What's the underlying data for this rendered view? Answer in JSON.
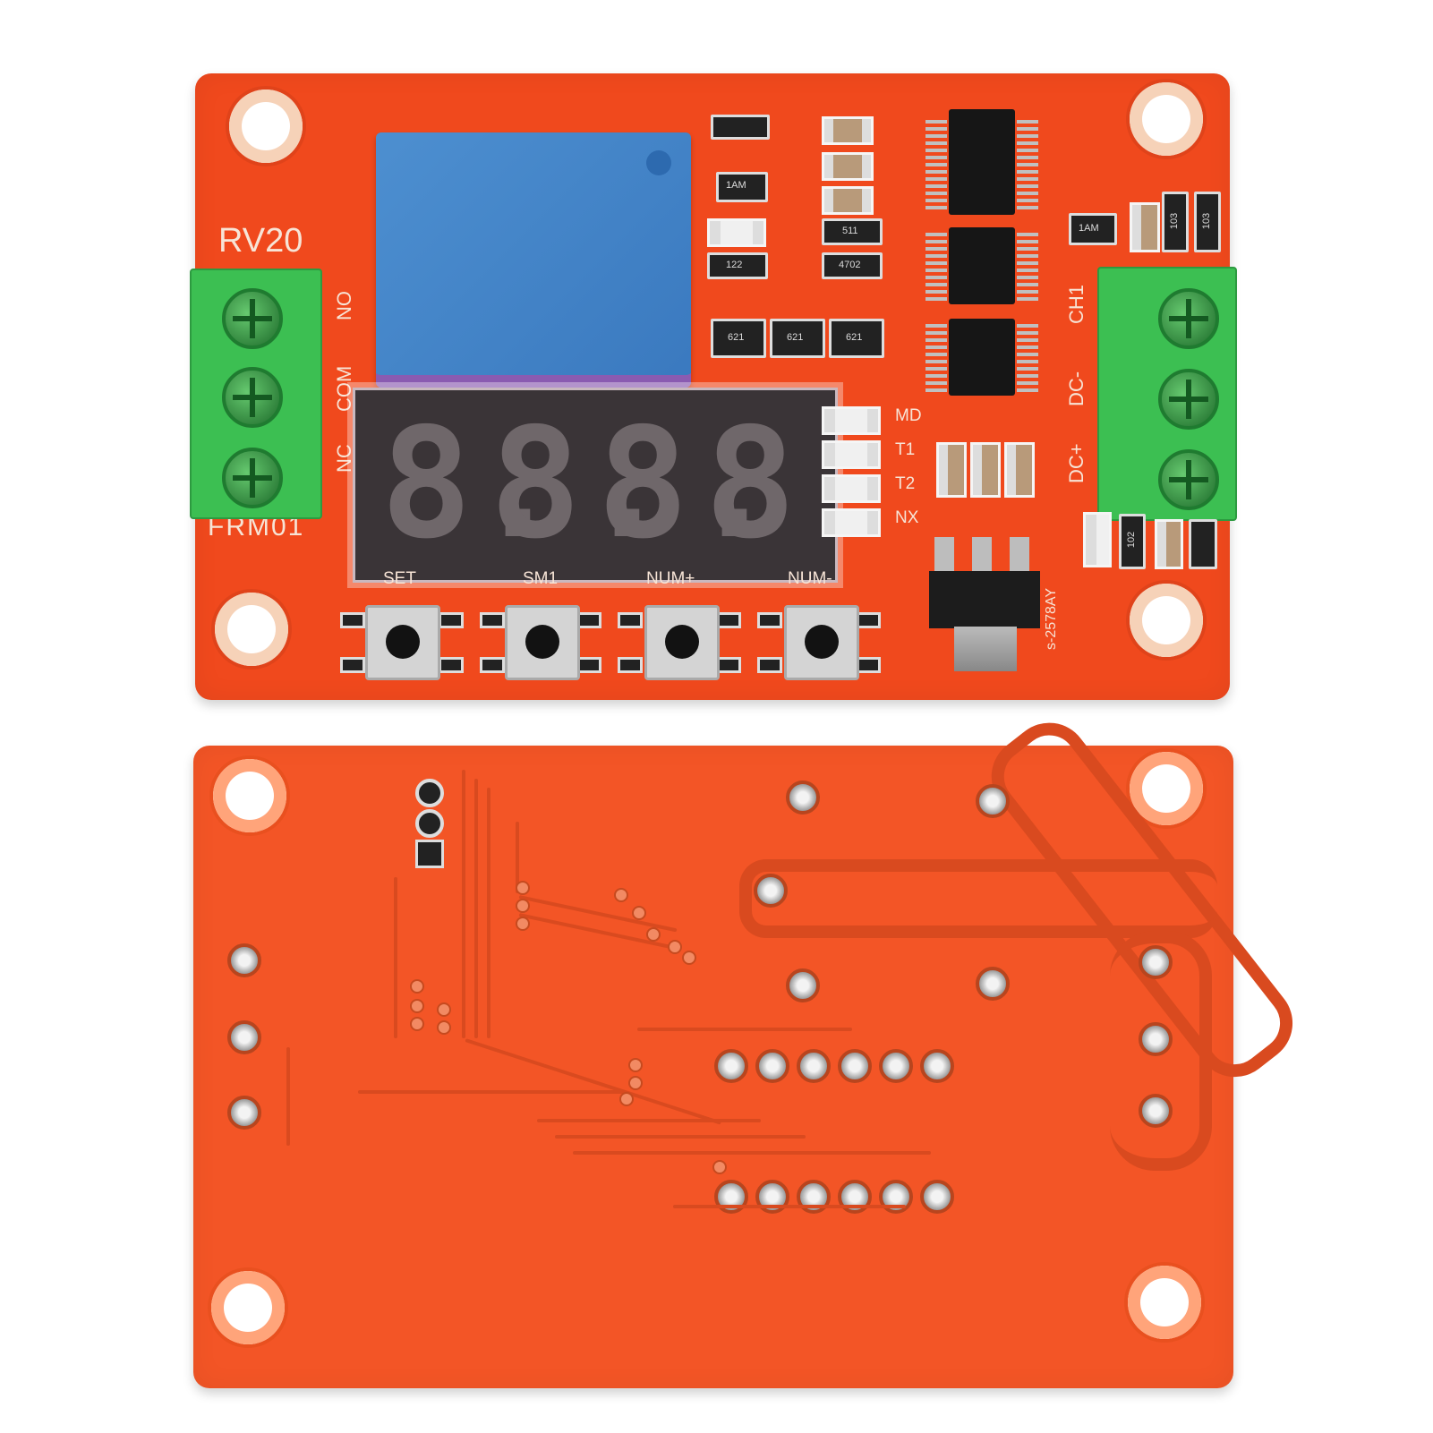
{
  "front": {
    "board_color": "#f0491d",
    "model_label": "RV20",
    "bottom_left_label": "FRM01",
    "relay_terminals": [
      "NO",
      "COM",
      "NC"
    ],
    "input_terminals": [
      "CH1",
      "DC-",
      "DC+"
    ],
    "mode_leds": [
      "MD",
      "T1",
      "T2",
      "NX"
    ],
    "buttons": [
      "SET",
      "SM1",
      "NUM+",
      "NUM-"
    ],
    "display_digits": [
      "8.",
      "8.",
      "8.",
      "8."
    ],
    "serial": "s-2578AY",
    "chip_markings": {
      "transistor_1": "1AM",
      "transistor_2": "1AM",
      "resistor_1": "122",
      "resistor_2": "511",
      "resistor_3": "4702",
      "resistor_4": "103",
      "resistor_5": "103",
      "resistor_6": "102",
      "array_1": "621",
      "array_2": "621",
      "array_3": "621"
    }
  },
  "back": {
    "board_color": "#f35526"
  }
}
